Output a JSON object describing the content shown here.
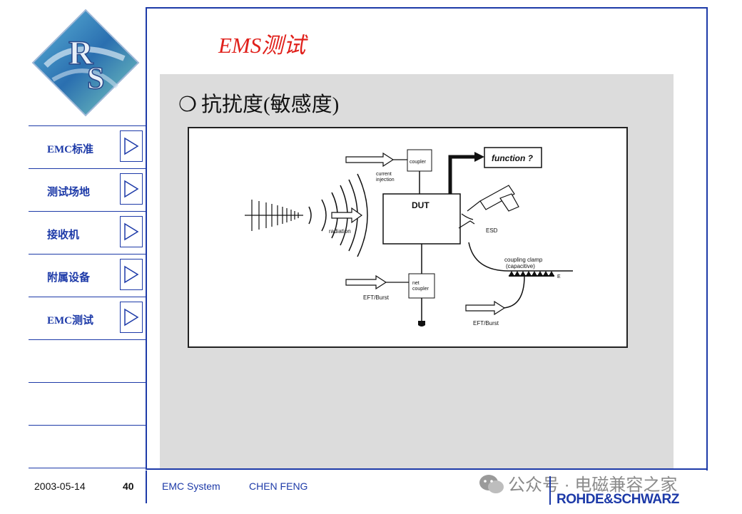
{
  "slide": {
    "title": "EMS测试",
    "bullet_mark": "❍",
    "bullet_text": "抗扰度(敏感度)"
  },
  "nav": {
    "items": [
      {
        "label": "EMC标准"
      },
      {
        "label": "测试场地"
      },
      {
        "label": "接收机"
      },
      {
        "label": "附属设备"
      },
      {
        "label": "EMC测试"
      }
    ]
  },
  "diagram": {
    "labels": {
      "dut": "DUT",
      "coupler": "coupler",
      "current_injection_1": "current",
      "current_injection_2": "injection",
      "function": "function ?",
      "radiation": "radiation",
      "esd": "ESD",
      "coupling_clamp_1": "coupling clamp",
      "coupling_clamp_2": "(capacitive)",
      "clamp_e": "E",
      "net_coupler_1": "net",
      "net_coupler_2": "coupler",
      "eft_left": "EFT/Burst",
      "eft_right": "EFT/Burst"
    }
  },
  "footer": {
    "date": "2003-05-14",
    "page": "40",
    "system": "EMC System",
    "author": "CHEN FENG",
    "watermark": "公众号 · 电磁兼容之家",
    "brand": "ROHDE&SCHWARZ"
  },
  "colors": {
    "accent_blue": "#1d3aa8",
    "title_red": "#e0201b",
    "panel_gray": "#dcdcdc"
  }
}
